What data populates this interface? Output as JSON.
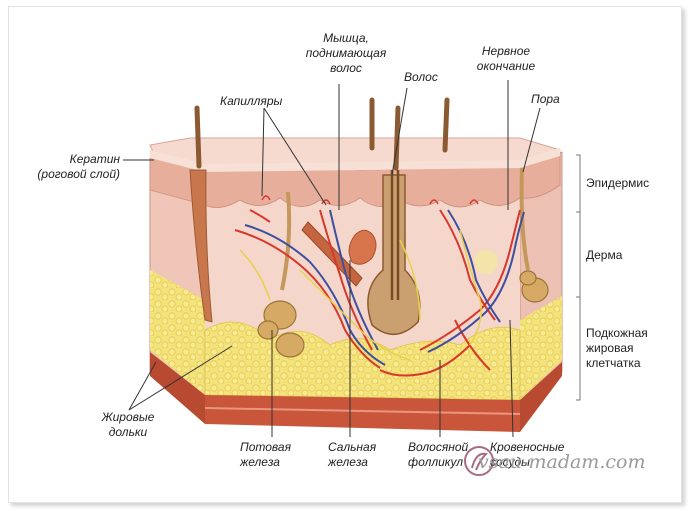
{
  "labels": {
    "myshtsa": "Мышца, поднимающая волос",
    "myshtsa_l1": "Мышца,",
    "myshtsa_l2": "поднимающая",
    "myshtsa_l3": "волос",
    "nerv_l1": "Нервное",
    "nerv_l2": "окончание",
    "volos": "Волос",
    "pora": "Пора",
    "kapillyary": "Капилляры",
    "keratin_l1": "Кератин",
    "keratin_l2": "(роговой слой)",
    "epidermis": "Эпидермис",
    "derma": "Дерма",
    "podkozh_l1": "Подкожная",
    "podkozh_l2": "жировая",
    "podkozh_l3": "клетчатка",
    "zhir_l1": "Жировые",
    "zhir_l2": "дольки",
    "potovaya_l1": "Потовая",
    "potovaya_l2": "железа",
    "salnaya_l1": "Сальная",
    "salnaya_l2": "железа",
    "follikul_l1": "Волосяной",
    "follikul_l2": "фолликул",
    "krov_l1": "Кровеносные",
    "krov_l2": "сосуды"
  },
  "watermark": "vsau-madam.com",
  "colors": {
    "epidermis": "#e9b7a6",
    "dermis": "#f3d2c7",
    "fat": "#f1dd6a",
    "artery": "#d8372b",
    "vein": "#3d4fa0",
    "nerve": "#e9d94a",
    "hair": "#9e6a3c",
    "muscle": "#c6643a",
    "line": "#333333"
  }
}
